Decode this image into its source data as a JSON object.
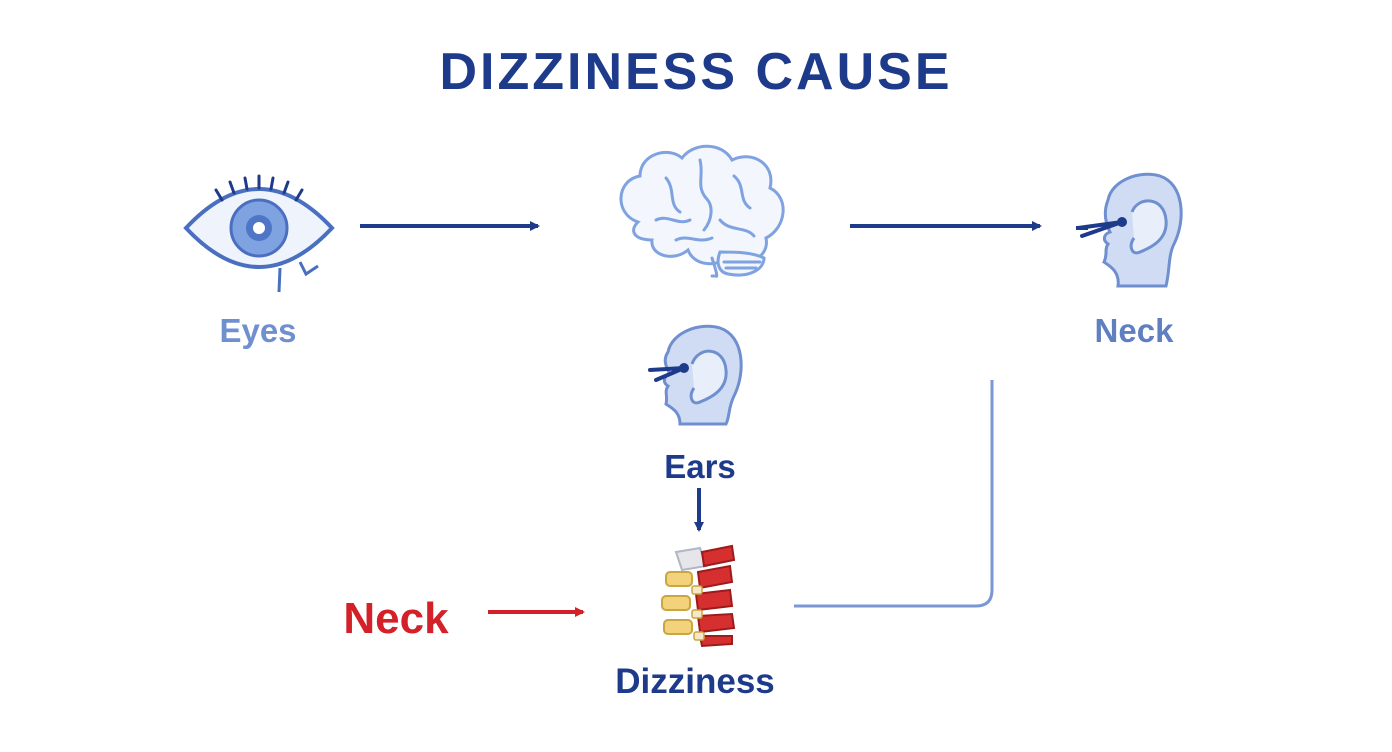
{
  "title": "DIZZINESS CAUSE",
  "nodes": {
    "eyes": {
      "label": "Eyes",
      "icon": "eye-icon"
    },
    "brain": {
      "label": "",
      "icon": "brain-icon"
    },
    "neck_top": {
      "label": "Neck",
      "icon": "head-ear-profile-icon"
    },
    "ears": {
      "label": "Ears",
      "icon": "ear-profile-icon"
    },
    "neck_cause": {
      "label": "Neck"
    },
    "dizziness": {
      "label": "Dizziness",
      "icon": "spine-icon"
    }
  },
  "connections": [
    {
      "from": "eyes",
      "to": "brain"
    },
    {
      "from": "brain",
      "to": "neck_top"
    },
    {
      "from": "ears",
      "to": "dizziness"
    },
    {
      "from": "neck_cause",
      "to": "dizziness"
    },
    {
      "from": "dizziness",
      "to": "neck_top"
    }
  ],
  "colors": {
    "title": "#1e3a8a",
    "arrow": "#1e3a8a",
    "arrow_highlight": "#d32029",
    "icon_line": "#6f8fcf",
    "icon_fill": "#dbe6f8",
    "connector": "#7b97d3"
  }
}
